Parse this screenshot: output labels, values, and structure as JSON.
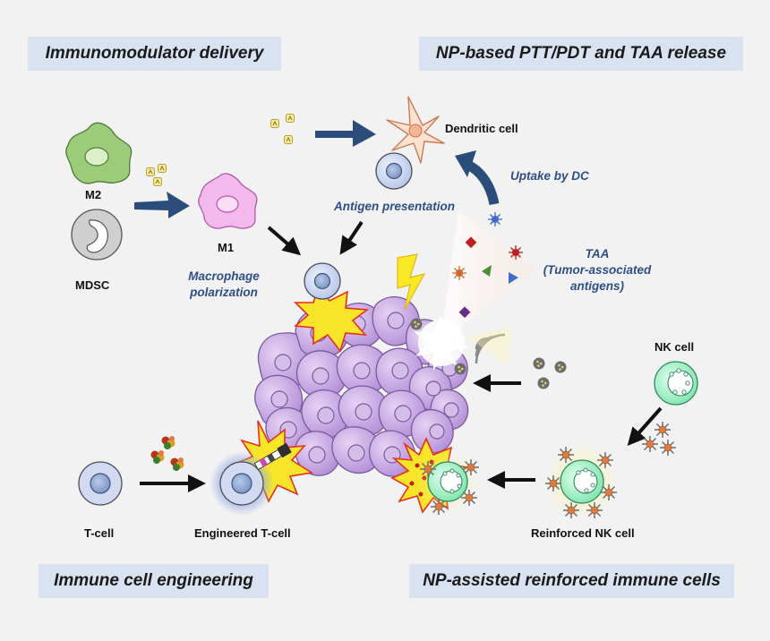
{
  "sections": {
    "immunomodulator_delivery": "Immunomodulator delivery",
    "ptt_pdt_taa": "NP-based PTT/PDT and TAA release",
    "immune_cell_engineering": "Immune cell engineering",
    "np_reinforced": "NP-assisted reinforced immune cells"
  },
  "cells": {
    "m2": "M2",
    "mdsc": "MDSC",
    "m1": "M1",
    "dendritic": "Dendritic cell",
    "nk": "NK cell",
    "t_cell": "T-cell",
    "engineered_t": "Engineered T-cell",
    "reinforced_nk": "Reinforced NK cell"
  },
  "annotations": {
    "macrophage_polarization_1": "Macrophage",
    "macrophage_polarization_2": "polarization",
    "antigen_presentation": "Antigen presentation",
    "uptake_by_dc": "Uptake by DC",
    "taa_1": "TAA",
    "taa_2": "(Tumor-associated",
    "taa_3": "antigens)"
  },
  "colors": {
    "section_bg": "#d9e2f1",
    "annotation_text": "#2e4f86",
    "arrow_blue": "#2a4d7a",
    "tumor_fill": "#c9a8e3",
    "tumor_stroke": "#7a5a9c",
    "m2_fill": "#9ccc7a",
    "m1_fill": "#f3b8ec",
    "nk_fill": "#a8efc8",
    "blast_yellow": "#f8e52a",
    "blast_red": "#e43020"
  }
}
